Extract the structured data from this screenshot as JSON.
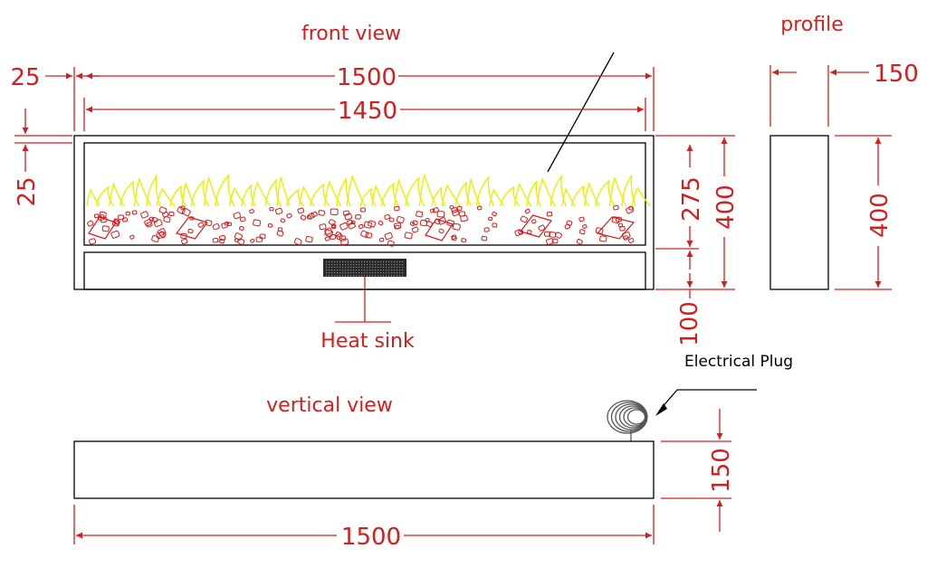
{
  "colors": {
    "dimension": "#d41e1e",
    "outline": "#000000",
    "flame": "#e8f000",
    "ember": "#d41e1e",
    "background": "#ffffff"
  },
  "views": {
    "front_title": "front view",
    "profile_title": "profile",
    "vertical_title": "vertical view"
  },
  "dimensions": {
    "front_total_width": "1500",
    "front_inner_width": "1450",
    "front_left_offset": "25",
    "front_top_border": "25",
    "front_window_height": "275",
    "front_total_height": "400",
    "front_bottom_height": "100",
    "profile_depth": "150",
    "profile_height": "400",
    "vertical_depth": "150",
    "vertical_width": "1500"
  },
  "labels": {
    "heat_sink": "Heat sink",
    "electrical_plug": "Electrical Plug"
  }
}
